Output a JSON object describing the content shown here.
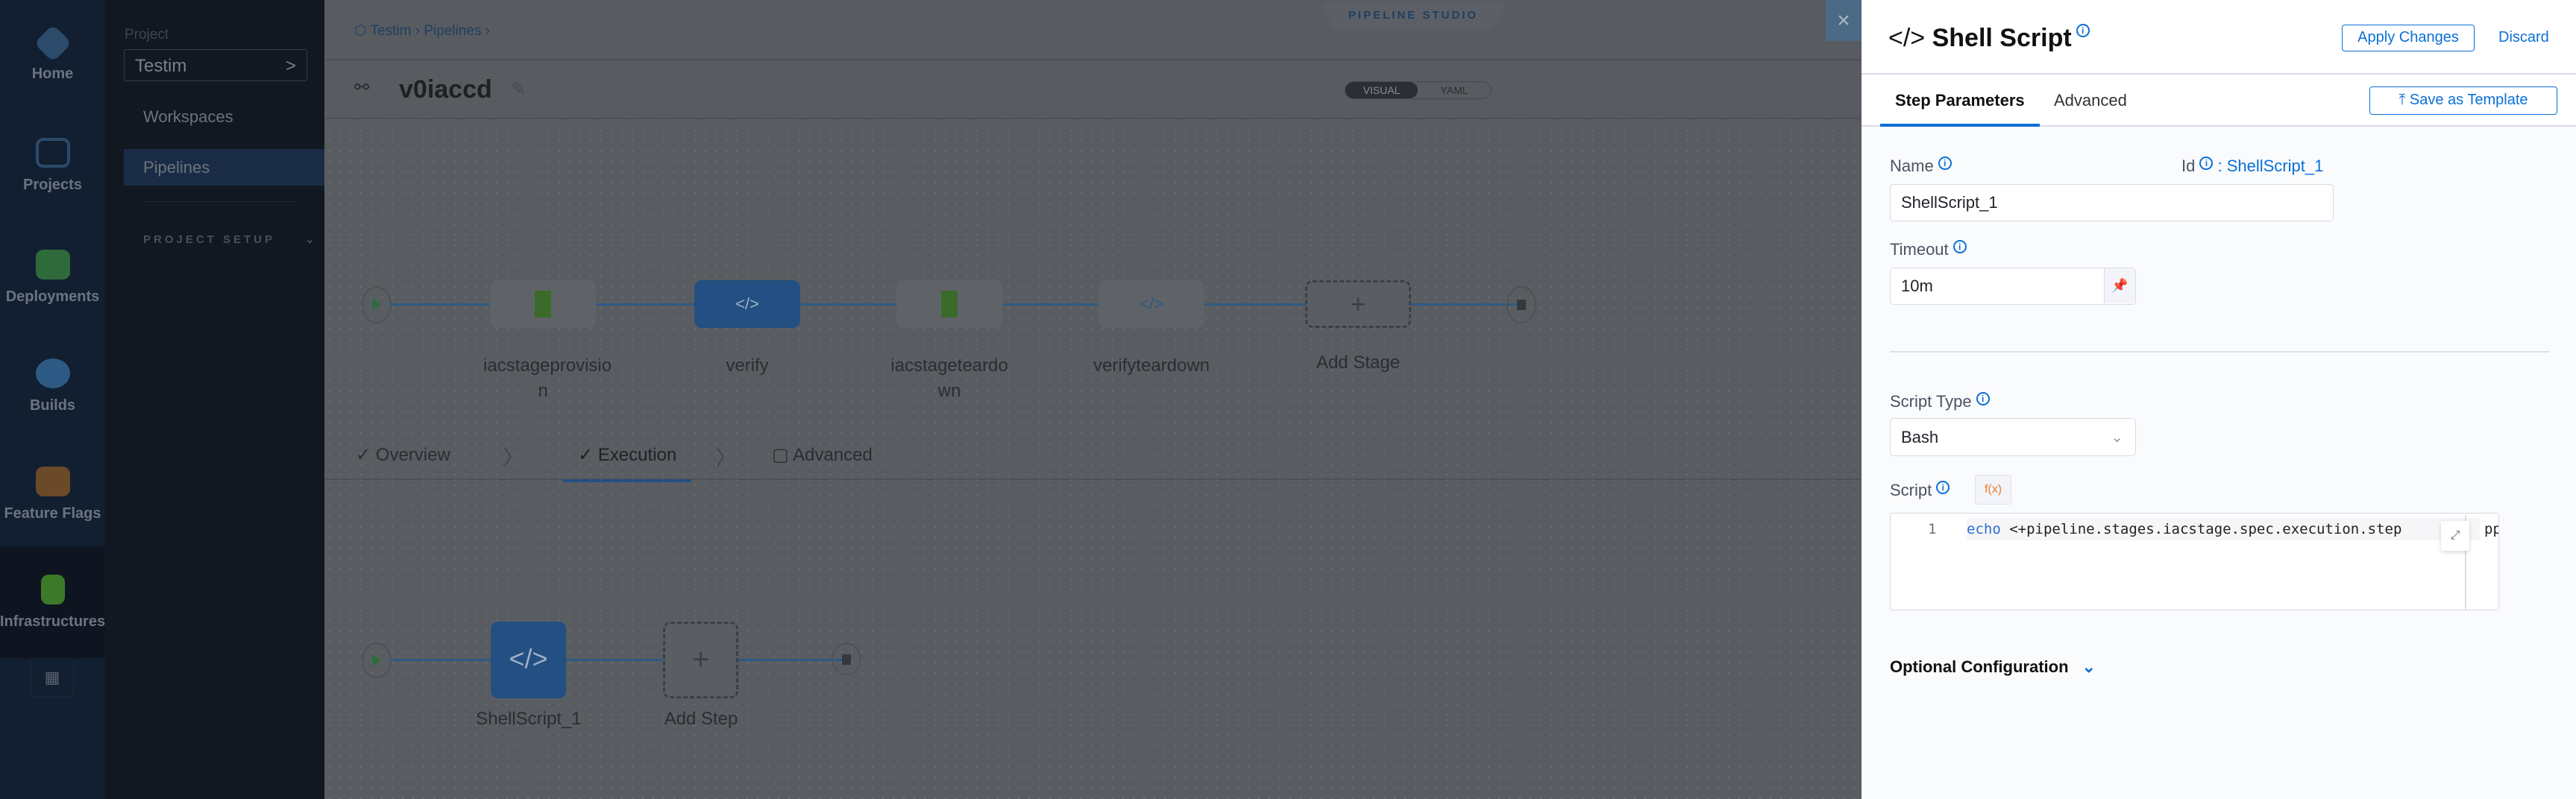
{
  "rail": {
    "items": [
      {
        "label": "Home",
        "color": "#2c4a6a"
      },
      {
        "label": "Projects",
        "color": "#2c4a6a"
      },
      {
        "label": "Deployments",
        "color": "#2f6b3a"
      },
      {
        "label": "Builds",
        "color": "#2c5a85"
      },
      {
        "label": "Feature Flags",
        "color": "#6b4a2a"
      },
      {
        "label": "Infrastructures",
        "color": "#3c7a2a"
      }
    ],
    "apps_icon": "grid-icon"
  },
  "nav": {
    "project_label": "Project",
    "project": "Testim",
    "items": [
      "Workspaces",
      "Pipelines"
    ],
    "section": "PROJECT SETUP"
  },
  "main": {
    "breadcrumb": [
      "Testim",
      "Pipelines"
    ],
    "studio_badge": "PIPELINE STUDIO",
    "pipeline_name": "v0iaccd",
    "view_toggle": [
      "VISUAL",
      "YAML"
    ],
    "stages": [
      {
        "name": "iacstageprovisio\nn",
        "type": "infrastructure"
      },
      {
        "name": "verify",
        "type": "custom",
        "selected": true
      },
      {
        "name": "iacstageteardo\nwn",
        "type": "infrastructure"
      },
      {
        "name": "verifyteardown",
        "type": "custom"
      }
    ],
    "add_stage": "Add Stage",
    "tabs": [
      "Overview",
      "Execution",
      "Advanced"
    ],
    "steps": [
      {
        "name": "ShellScript_1"
      }
    ],
    "add_step": "Add Step"
  },
  "panel": {
    "title": "Shell Script",
    "apply": "Apply Changes",
    "discard": "Discard",
    "tabs": [
      "Step Parameters",
      "Advanced"
    ],
    "save_template": "Save as Template",
    "name_label": "Name",
    "id_label": "Id",
    "id_value": ": ShellScript_1",
    "name_value": "ShellScript_1",
    "timeout_label": "Timeout",
    "timeout_value": "10m",
    "script_type_label": "Script Type",
    "script_type": "Bash",
    "script_label": "Script",
    "line_no": "1",
    "script_keyword": "echo",
    "script_rest": " <+pipeline.stages.iacstage.spec.execution.step",
    "script_tail": "ppl",
    "fx": "f(x)",
    "optional": "Optional Configuration"
  }
}
